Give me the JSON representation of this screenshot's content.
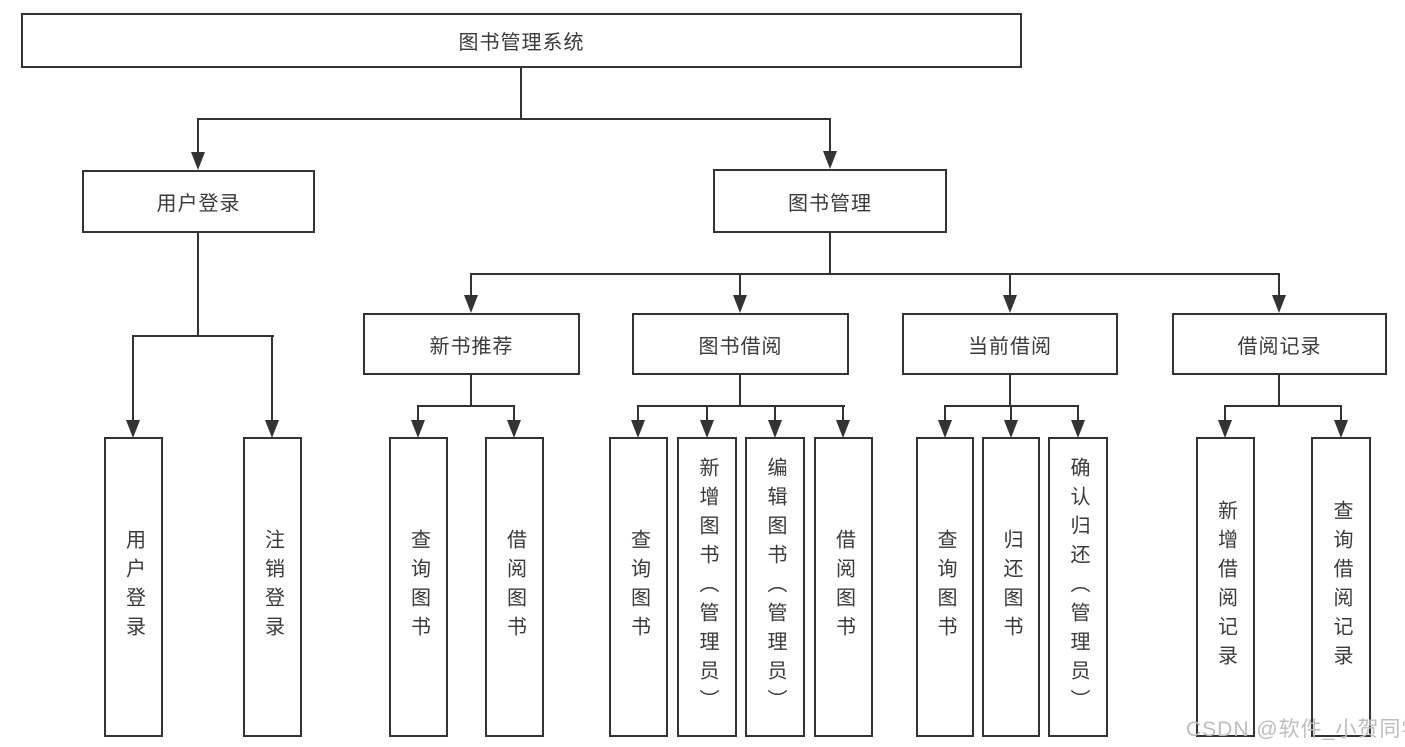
{
  "tree": {
    "root": {
      "label": "图书管理系统"
    },
    "branches": [
      {
        "label": "用户登录",
        "children": [
          {
            "label": "用户登录"
          },
          {
            "label": "注销登录"
          }
        ]
      },
      {
        "label": "图书管理",
        "children": [
          {
            "label": "新书推荐",
            "children": [
              {
                "label": "查询图书"
              },
              {
                "label": "借阅图书"
              }
            ]
          },
          {
            "label": "图书借阅",
            "children": [
              {
                "label": "查询图书"
              },
              {
                "label": "新增图书（管理员）"
              },
              {
                "label": "编辑图书（管理员）"
              },
              {
                "label": "借阅图书"
              }
            ]
          },
          {
            "label": "当前借阅",
            "children": [
              {
                "label": "查询图书"
              },
              {
                "label": "归还图书"
              },
              {
                "label": "确认归还（管理员）"
              }
            ]
          },
          {
            "label": "借阅记录",
            "children": [
              {
                "label": "新增借阅记录"
              },
              {
                "label": "查询借阅记录"
              }
            ]
          }
        ]
      }
    ]
  },
  "watermark": {
    "text": "CSDN @软件_小贺同学"
  },
  "colors": {
    "line": "#333333",
    "node_border": "#333333",
    "node_text": "#3a3a3a",
    "watermark": "#bdbdbd",
    "background": "#ffffff"
  }
}
